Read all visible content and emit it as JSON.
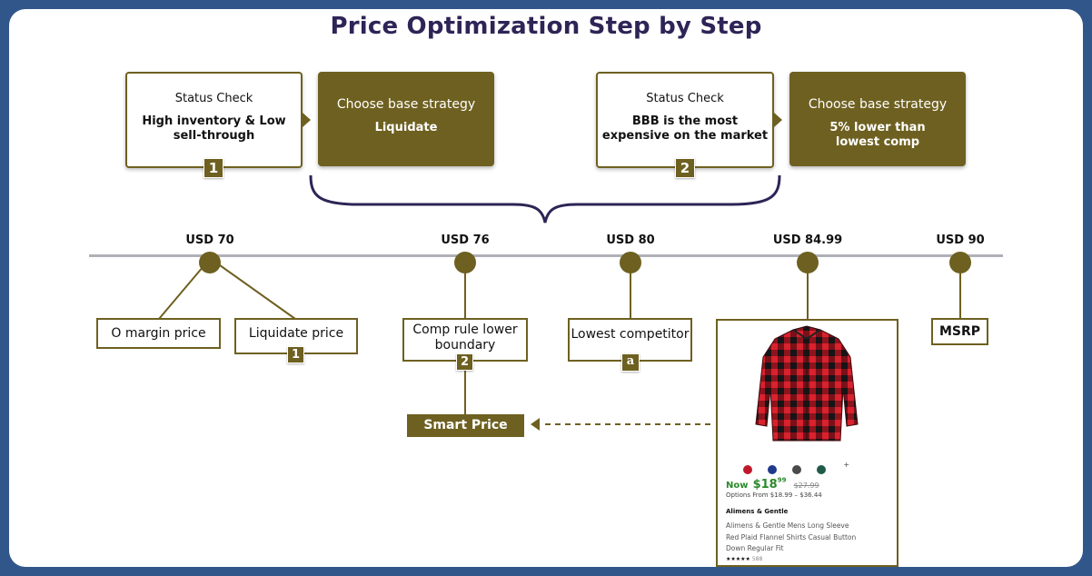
{
  "title": "Price Optimization Step by Step",
  "steps": [
    {
      "status_label": "Status Check",
      "status_value": "High inventory & Low sell-through",
      "strategy_label": "Choose base strategy",
      "strategy_value": "Liquidate",
      "badge": "1"
    },
    {
      "status_label": "Status Check",
      "status_value": "BBB is the most expensive on the market",
      "strategy_label": "Choose base strategy",
      "strategy_value": "5% lower than lowest comp",
      "badge": "2"
    }
  ],
  "timeline": [
    {
      "price": "USD 70",
      "labels": [
        "O margin price",
        "Liquidate price"
      ],
      "badge": "1"
    },
    {
      "price": "USD 76",
      "labels": [
        "Comp rule lower boundary"
      ],
      "badge": "2"
    },
    {
      "price": "USD 80",
      "labels": [
        "Lowest competitor"
      ],
      "icon": "amazon-icon"
    },
    {
      "price": "USD 84.99",
      "labels": [
        "product-card"
      ]
    },
    {
      "price": "USD 90",
      "labels": [
        "MSRP"
      ]
    }
  ],
  "smart_price": "Smart Price",
  "product": {
    "now_label": "Now",
    "price_dollars": "$18",
    "price_cents": "99",
    "was_price": "$27.99",
    "options": "Options From $18.99 – $36.44",
    "brand": "Alimens & Gentle",
    "name_lines": [
      "Alimens & Gentle Mens Long Sleeve",
      "Red Plaid Flannel Shirts Casual Button",
      "Down Regular Fit"
    ],
    "stars": "★★★★★",
    "reviews": "588",
    "more_swatches": "+",
    "swatch_colors": [
      "#c0182b",
      "#1e3a8a",
      "#4a4a4a",
      "#1f5a4a"
    ]
  },
  "colors": {
    "brand_olive": "#6e6020",
    "title_navy": "#2e2456",
    "frame_blue": "#31568a",
    "timeline_gray": "#b0b0b8"
  }
}
